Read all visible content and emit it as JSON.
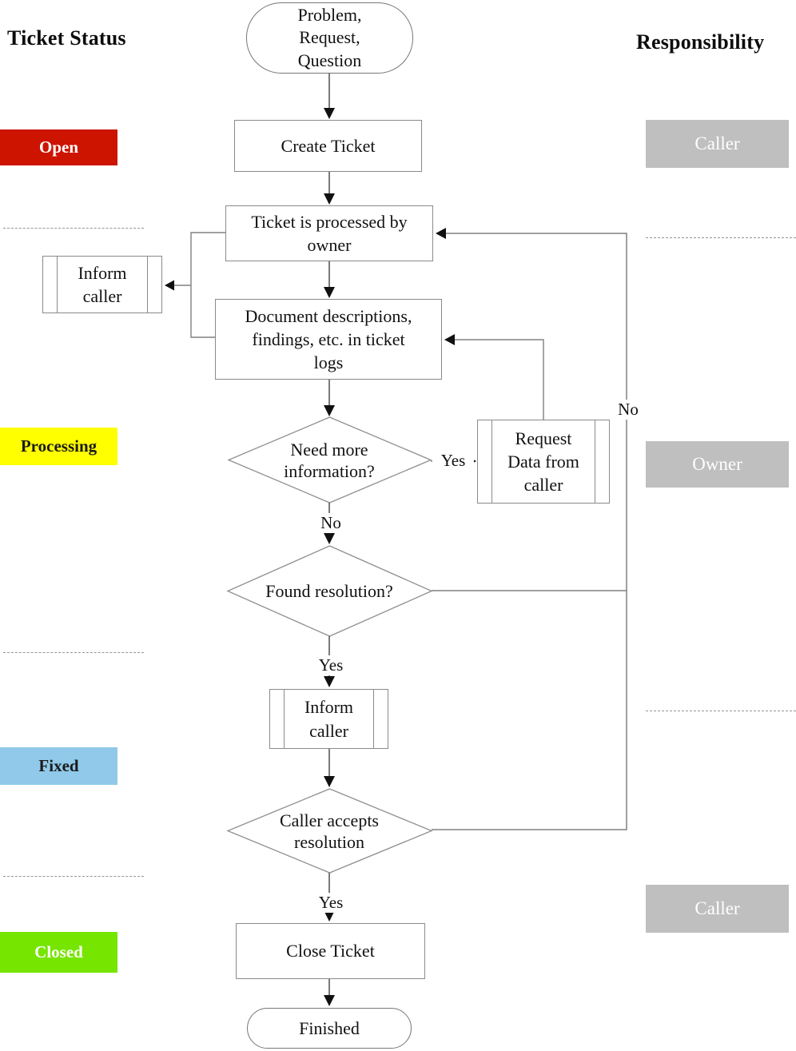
{
  "titles": {
    "left": "Ticket Status",
    "right": "Responsibility"
  },
  "status_lanes": [
    {
      "label": "Open",
      "bg": "#cc1400",
      "fg": "#ffffff"
    },
    {
      "label": "Processing",
      "bg": "#ffff00",
      "fg": "#1a1a1a"
    },
    {
      "label": "Fixed",
      "bg": "#90c9e9",
      "fg": "#1a1a1a"
    },
    {
      "label": "Closed",
      "bg": "#76e500",
      "fg": "#ffffff"
    }
  ],
  "responsibilities": [
    {
      "label": "Caller"
    },
    {
      "label": "Owner"
    },
    {
      "label": "Caller"
    }
  ],
  "nodes": {
    "start": {
      "type": "terminator",
      "label": "Problem,\nRequest,\nQuestion"
    },
    "create_ticket": {
      "type": "process",
      "label": "Create Ticket"
    },
    "process_by_owner": {
      "type": "process",
      "label": "Ticket is processed by\nowner"
    },
    "inform_caller_1": {
      "type": "predefined",
      "label": "Inform\ncaller"
    },
    "document_logs": {
      "type": "process",
      "label": "Document descriptions,\nfindings, etc. in ticket\nlogs"
    },
    "need_more_info": {
      "type": "decision",
      "label": "Need more\ninformation?"
    },
    "request_data": {
      "type": "predefined",
      "label": "Request\nData from\ncaller"
    },
    "found_resolution": {
      "type": "decision",
      "label": "Found resolution?"
    },
    "inform_caller_2": {
      "type": "predefined",
      "label": "Inform\ncaller"
    },
    "caller_accepts": {
      "type": "decision",
      "label": "Caller accepts\nresolution"
    },
    "close_ticket": {
      "type": "process",
      "label": "Close Ticket"
    },
    "finished": {
      "type": "terminator",
      "label": "Finished"
    }
  },
  "edge_labels": {
    "need_more_info_yes": "Yes",
    "need_more_info_no": "No",
    "found_resolution_yes": "Yes",
    "found_resolution_no": "No",
    "caller_accepts_yes": "Yes"
  },
  "colors": {
    "line": "#808080",
    "main_flow_line": "#4d4d4d",
    "arrowhead": "#111111",
    "node_border": "#8a8a8a",
    "responsibility_bg": "#bfbfbf",
    "separator": "#949494"
  }
}
